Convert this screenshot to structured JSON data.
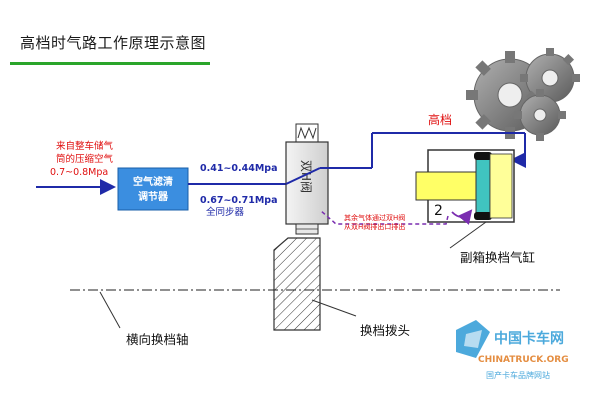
{
  "title": "高档时气路工作原理示意图",
  "source": {
    "line1": "来自整车储气",
    "line2": "筒的压缩空气",
    "line3": "0.7~0.8Mpa"
  },
  "filter": {
    "line1": "空气滤清",
    "line2": "调节器"
  },
  "pressure_high": "0.41~0.44Mpa",
  "pressure_low": "0.67~0.71Mpa",
  "synchronizer": "全同步器",
  "valve": "双H阀",
  "gear_high_label": "高档",
  "exhaust": {
    "line1": "其余气体通过双H阀",
    "line2": "从双H阀排出口排出"
  },
  "cylinder_number": "2",
  "labels": {
    "cylinder": "副箱换档气缸",
    "shaft": "横向换档轴",
    "fork": "换档拨头"
  },
  "watermark": {
    "brand": "中国卡车网",
    "url": "CHINATRUCK.ORG",
    "tagline": "国产卡车品牌网站"
  },
  "colors": {
    "air_line": "#1f2aa8",
    "filter_box": "#3b8ee0",
    "cylinder_fill": "#40c4c0",
    "red_text": "#e01010",
    "purple": "#7a2db0",
    "green_rule": "#2aa52a"
  }
}
